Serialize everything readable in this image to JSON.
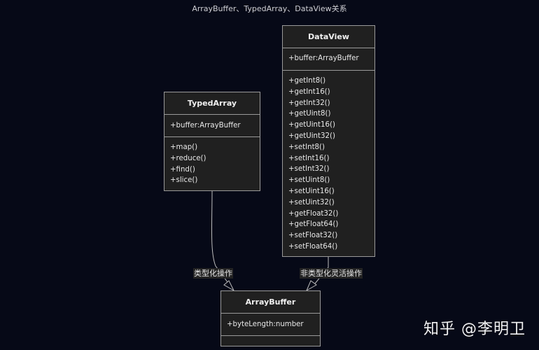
{
  "title": "ArrayBuffer、TypedArray、DataView关系",
  "classes": {
    "typedarray": {
      "name": "TypedArray",
      "attributes": [
        "+buffer:ArrayBuffer"
      ],
      "methods": [
        "+map()",
        "+reduce()",
        "+find()",
        "+slice()"
      ]
    },
    "dataview": {
      "name": "DataView",
      "attributes": [
        "+buffer:ArrayBuffer"
      ],
      "methods": [
        "+getInt8()",
        "+getInt16()",
        "+getInt32()",
        "+getUint8()",
        "+getUint16()",
        "+getUint32()",
        "+setInt8()",
        "+setInt16()",
        "+setInt32()",
        "+setUint8()",
        "+setUint16()",
        "+setUint32()",
        "+getFloat32()",
        "+getFloat64()",
        "+setFloat32()",
        "+setFloat64()"
      ]
    },
    "arraybuffer": {
      "name": "ArrayBuffer",
      "attributes": [
        "+byteLength:number"
      ],
      "methods": []
    }
  },
  "edges": [
    {
      "from": "TypedArray",
      "to": "ArrayBuffer",
      "label": "类型化操作",
      "type": "realization"
    },
    {
      "from": "DataView",
      "to": "ArrayBuffer",
      "label": "非类型化灵活操作",
      "type": "realization"
    }
  ],
  "colors": {
    "background": "#060917",
    "box_fill": "#202020",
    "box_border": "#9a9a9a",
    "text": "#e8e8e8"
  },
  "watermark": "知乎 @李明卫"
}
